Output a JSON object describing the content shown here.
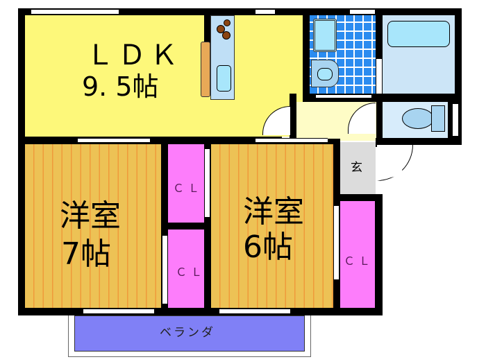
{
  "floor_plan": {
    "rooms": [
      {
        "id": "ldk",
        "name": "ＬＤＫ",
        "size": "9.5帖",
        "color": "#fdf87a"
      },
      {
        "id": "western-room-1",
        "name": "洋室",
        "size": "7帖",
        "color": "#edc255"
      },
      {
        "id": "western-room-2",
        "name": "洋室",
        "size": "6帖",
        "color": "#edc255"
      },
      {
        "id": "closet-1",
        "name": "ＣＬ",
        "color": "#fd7dfb"
      },
      {
        "id": "closet-2",
        "name": "ＣＬ",
        "color": "#fd7dfb"
      },
      {
        "id": "closet-3",
        "name": "ＣＬ",
        "color": "#fd7dfb"
      },
      {
        "id": "entrance",
        "name": "玄",
        "color": "#dcdcdc"
      },
      {
        "id": "veranda",
        "name": "ベランダ",
        "color": "#8080f6"
      },
      {
        "id": "washroom",
        "name": "",
        "color": "#2b8cf0"
      },
      {
        "id": "bathroom",
        "name": "",
        "color": "#cce5f7"
      },
      {
        "id": "toilet",
        "name": "",
        "color": "#d7ecfb"
      }
    ],
    "labels": {
      "ldk_name": "ＬＤＫ",
      "ldk_size": "9. 5帖",
      "room1_name": "洋室",
      "room1_size": "7帖",
      "room2_name": "洋室",
      "room2_size": "6帖",
      "cl": "ＣＬ",
      "entrance": "玄",
      "veranda": "ベランダ"
    }
  }
}
